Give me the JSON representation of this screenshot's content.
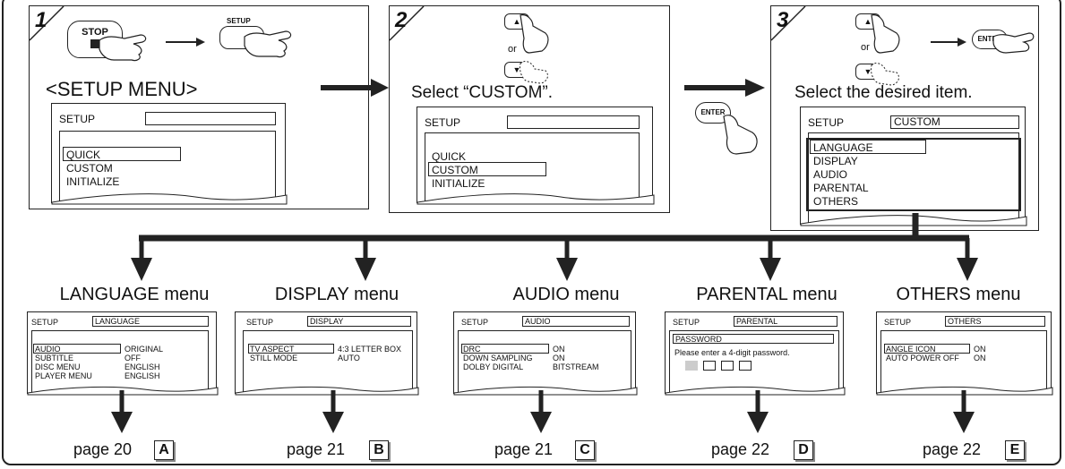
{
  "steps": [
    {
      "number": "1",
      "heading": "<SETUP MENU>",
      "stop_label": "STOP",
      "setup_label": "SETUP",
      "screen": {
        "title": "SETUP",
        "field": "",
        "items": [
          "QUICK",
          "CUSTOM",
          "INITIALIZE"
        ],
        "selected": "QUICK"
      }
    },
    {
      "number": "2",
      "heading": "Select “CUSTOM”.",
      "or_label": "or",
      "up_label": "▲",
      "down_label": "▼",
      "screen": {
        "title": "SETUP",
        "field": "",
        "items": [
          "QUICK",
          "CUSTOM",
          "INITIALIZE"
        ],
        "selected": "CUSTOM"
      }
    },
    {
      "number": "3",
      "heading": "Select the desired item.",
      "or_label": "or",
      "up_label": "▲",
      "down_label": "▼",
      "enter_label": "ENTER",
      "screen": {
        "title": "SETUP",
        "field": "CUSTOM",
        "items": [
          "LANGUAGE",
          "DISPLAY",
          "AUDIO",
          "PARENTAL",
          "OTHERS"
        ],
        "selected": "LANGUAGE"
      }
    }
  ],
  "enter_between": "ENTER",
  "menus": [
    {
      "title": "LANGUAGE menu",
      "screen_title": "SETUP",
      "field": "LANGUAGE",
      "rows": [
        [
          "AUDIO",
          "ORIGINAL"
        ],
        [
          "SUBTITLE",
          "OFF"
        ],
        [
          "DISC MENU",
          "ENGLISH"
        ],
        [
          "PLAYER MENU",
          "ENGLISH"
        ]
      ],
      "page": "page 20",
      "letter": "A"
    },
    {
      "title": "DISPLAY menu",
      "screen_title": "SETUP",
      "field": "DISPLAY",
      "rows": [
        [
          "TV ASPECT",
          "4:3 LETTER BOX"
        ],
        [
          "STILL MODE",
          "AUTO"
        ]
      ],
      "page": "page 21",
      "letter": "B"
    },
    {
      "title": "AUDIO menu",
      "screen_title": "SETUP",
      "field": "AUDIO",
      "rows": [
        [
          "DRC",
          "ON"
        ],
        [
          "DOWN SAMPLING",
          "ON"
        ],
        [
          "DOLBY DIGITAL",
          "BITSTREAM"
        ]
      ],
      "page": "page 21",
      "letter": "C"
    },
    {
      "title": "PARENTAL menu",
      "screen_title": "SETUP",
      "field": "PARENTAL",
      "password_label": "PASSWORD",
      "prompt": "Please enter a 4-digit password.",
      "page": "page 22",
      "letter": "D"
    },
    {
      "title": "OTHERS menu",
      "screen_title": "SETUP",
      "field": "OTHERS",
      "rows": [
        [
          "ANGLE ICON",
          "ON"
        ],
        [
          "AUTO POWER OFF",
          "ON"
        ]
      ],
      "page": "page 22",
      "letter": "E"
    }
  ],
  "icons": [
    "hand-press-icon",
    "arrow-right-icon",
    "arrow-down-icon"
  ]
}
